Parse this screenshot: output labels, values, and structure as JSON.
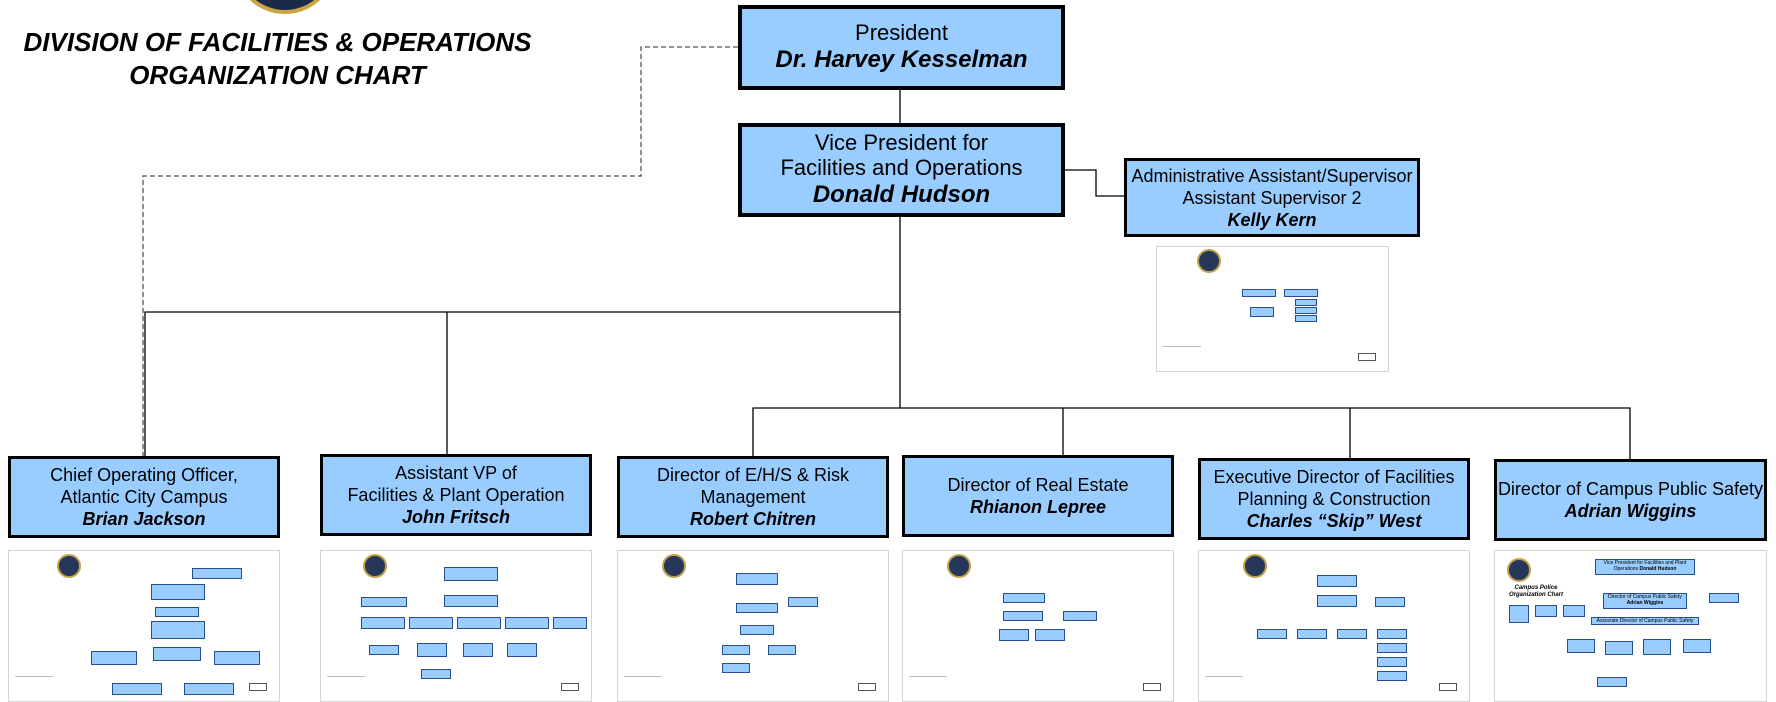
{
  "header": {
    "line1": "DIVISION OF FACILITIES & OPERATIONS",
    "line2": "ORGANIZATION CHART"
  },
  "president": {
    "title": "President",
    "name": "Dr. Harvey Kesselman"
  },
  "vp": {
    "title_line1": "Vice President for",
    "title_line2": "Facilities and Operations",
    "name": "Donald Hudson"
  },
  "admin": {
    "title_line1": "Administrative Assistant/Supervisor",
    "title_line2": "Assistant Supervisor 2",
    "name": "Kelly Kern"
  },
  "departments": [
    {
      "line1": "Chief Operating Officer,",
      "line2": "Atlantic City Campus",
      "name": "Brian Jackson"
    },
    {
      "line1": "Assistant VP of",
      "line2": "Facilities & Plant Operation",
      "name": "John Fritsch"
    },
    {
      "line1": "Director of E/H/S & Risk",
      "line2": "Management",
      "name": "Robert Chitren"
    },
    {
      "line1": "Director of Real Estate",
      "line2": "",
      "name": "Rhianon Lepree"
    },
    {
      "line1": "Executive Director of Facilities",
      "line2": "Planning & Construction",
      "name": "Charles “Skip” West"
    },
    {
      "line1": "Director of Campus Public Safety",
      "line2": "",
      "name": "Adrian Wiggins"
    }
  ],
  "thumbnails": {
    "police_title": "Campus Police Organization Chart",
    "police_top": "Vice President for Facilities and Plant Operations",
    "police_top_name": "Donald Hudson",
    "police_dir": "Director of Campus Public Safety",
    "police_dir_name": "Adrian Wiggins",
    "police_assoc": "Associate Director of Campus Public Safety"
  },
  "colors": {
    "box_fill": "#99ccff",
    "box_border": "#000000",
    "connector": "#000000",
    "dotted_connector": "#555555"
  }
}
